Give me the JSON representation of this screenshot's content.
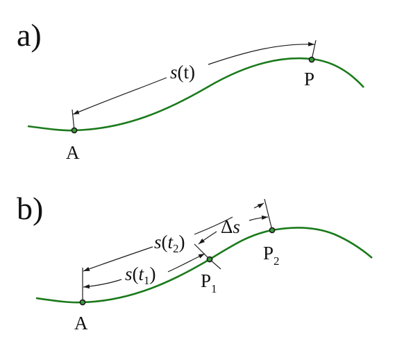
{
  "colors": {
    "curve": "#1a7a1a",
    "line": "#1a1a1a",
    "point_fill": "#3a9a3a"
  },
  "panel_a": {
    "tag": "a)",
    "point_start": "A",
    "point_end": "P",
    "arc_label": {
      "s": "s",
      "arg": "(t)"
    }
  },
  "panel_b": {
    "tag": "b)",
    "point_start": "A",
    "p1": {
      "letter": "P",
      "sub": "1"
    },
    "p2": {
      "letter": "P",
      "sub": "2"
    },
    "label_s_t1": {
      "s": "s",
      "open": "(",
      "t": "t",
      "sub": "1",
      "close": ")"
    },
    "label_s_t2": {
      "s": "s",
      "open": "(",
      "t": "t",
      "sub": "2",
      "close": ")"
    },
    "label_delta_s": {
      "delta": "Δ",
      "s": "s"
    }
  }
}
